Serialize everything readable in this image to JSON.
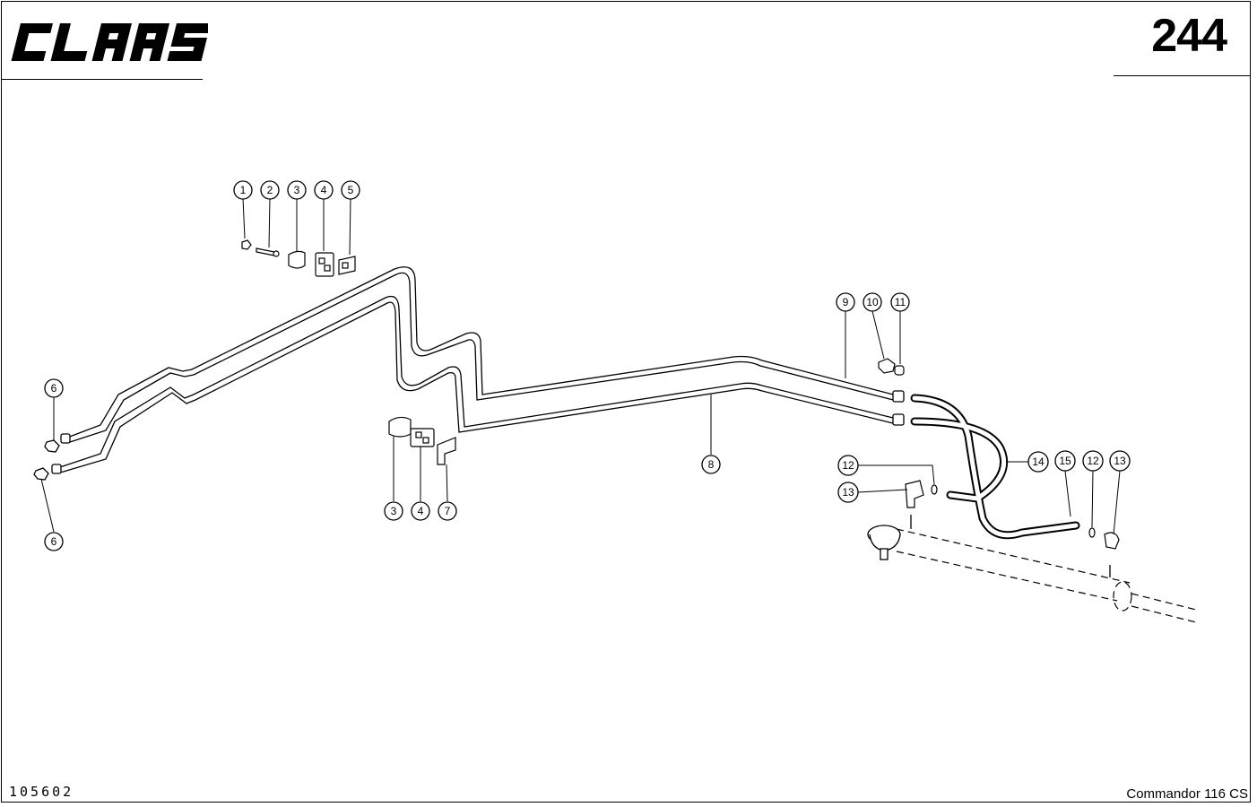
{
  "header": {
    "brand": "CLAAS",
    "page_number": "244"
  },
  "footer": {
    "drawing_number": "105602",
    "model": "Commandor 116 CS"
  },
  "diagram": {
    "callouts": [
      {
        "id": "c1",
        "label": "1"
      },
      {
        "id": "c2",
        "label": "2"
      },
      {
        "id": "c3a",
        "label": "3"
      },
      {
        "id": "c4a",
        "label": "4"
      },
      {
        "id": "c5",
        "label": "5"
      },
      {
        "id": "c6a",
        "label": "6"
      },
      {
        "id": "c6b",
        "label": "6"
      },
      {
        "id": "c3b",
        "label": "3"
      },
      {
        "id": "c4b",
        "label": "4"
      },
      {
        "id": "c7",
        "label": "7"
      },
      {
        "id": "c8",
        "label": "8"
      },
      {
        "id": "c9",
        "label": "9"
      },
      {
        "id": "c10",
        "label": "10"
      },
      {
        "id": "c11",
        "label": "11"
      },
      {
        "id": "c12a",
        "label": "12"
      },
      {
        "id": "c13a",
        "label": "13"
      },
      {
        "id": "c14",
        "label": "14"
      },
      {
        "id": "c15",
        "label": "15"
      },
      {
        "id": "c12b",
        "label": "12"
      },
      {
        "id": "c13b",
        "label": "13"
      }
    ]
  }
}
